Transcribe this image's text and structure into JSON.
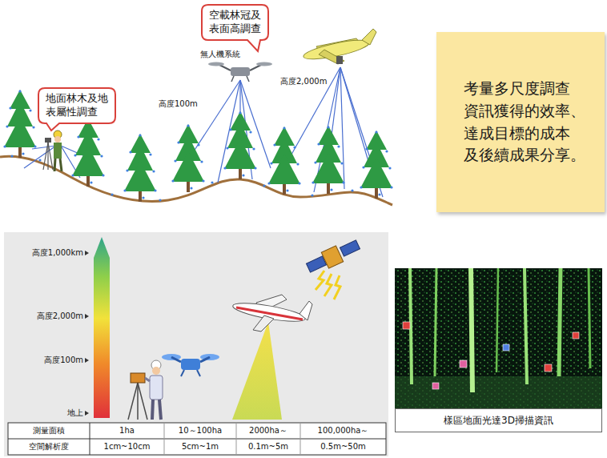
{
  "diagram": {
    "nodes": [
      {
        "text": [
          "地面林木及地 表屬性調查"
        ]
      },
      {
        "text": [
          "空載林冠及 表面高調查"
        ]
      },
      {
        "text": [
          "考量多尺度調查 資訊獲得的效率、 達成目標的成本 及後續成果分享。"
        ]
      },
      {
        "text": [
          "樣區地面光達3D掃描資訊"
        ]
      }
    ],
    "labels": [
      "無人機系統",
      "高度100m",
      "高度2,000m",
      "高度1,000km",
      "高度2,000m",
      "高度100m",
      "地上",
      "測量面積",
      "1ha",
      "10～100ha",
      "2000ha～",
      "100,000ha～",
      "空間解析度",
      "1cm~10cm",
      "5cm~1m",
      "0.1m~5m",
      "0.5m~50m"
    ]
  }
}
